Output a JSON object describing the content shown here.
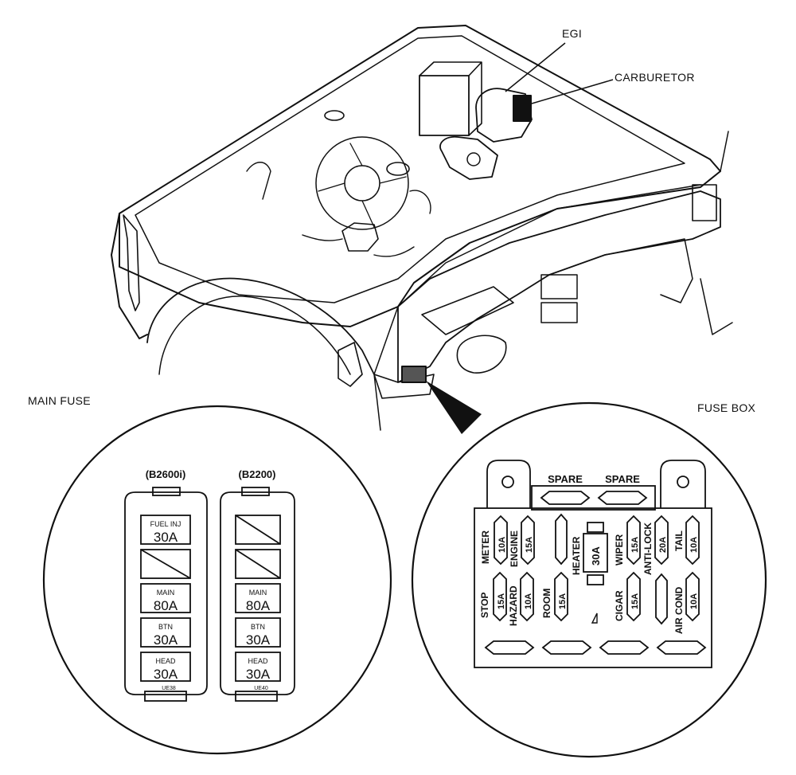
{
  "callouts": {
    "egi": "EGI",
    "carburetor": "CARBURETOR",
    "main_fuse": "MAIN FUSE",
    "fuse_box": "FUSE BOX"
  },
  "main_fuse": {
    "left_block": {
      "model": "(B2600i)",
      "slots": [
        {
          "name": "FUEL INJ",
          "rating": "30A"
        },
        {
          "name": "",
          "rating": ""
        },
        {
          "name": "MAIN",
          "rating": "80A"
        },
        {
          "name": "BTN",
          "rating": "30A"
        },
        {
          "name": "HEAD",
          "rating": "30A"
        }
      ],
      "code": "UE38"
    },
    "right_block": {
      "model": "(B2200)",
      "slots": [
        {
          "name": "",
          "rating": ""
        },
        {
          "name": "",
          "rating": ""
        },
        {
          "name": "MAIN",
          "rating": "80A"
        },
        {
          "name": "BTN",
          "rating": "30A"
        },
        {
          "name": "HEAD",
          "rating": "30A"
        }
      ],
      "code": "UE40"
    }
  },
  "fuse_box": {
    "spare_left": "SPARE",
    "spare_right": "SPARE",
    "top_row": [
      {
        "name": "METER",
        "rating": "10A"
      },
      {
        "name": "ENGINE",
        "rating": "15A"
      },
      {
        "name": "HEATER",
        "rating": "30A"
      },
      {
        "name": "WIPER",
        "rating": "15A"
      },
      {
        "name": "ANTI-LOCK",
        "rating": "20A"
      },
      {
        "name": "TAIL",
        "rating": "10A"
      }
    ],
    "bottom_row": [
      {
        "name": "STOP",
        "rating": "15A"
      },
      {
        "name": "HAZARD",
        "rating": "10A"
      },
      {
        "name": "ROOM",
        "rating": "15A"
      },
      {
        "name": "CIGAR",
        "rating": "15A"
      },
      {
        "name": "AIR COND",
        "rating": "10A"
      }
    ]
  }
}
